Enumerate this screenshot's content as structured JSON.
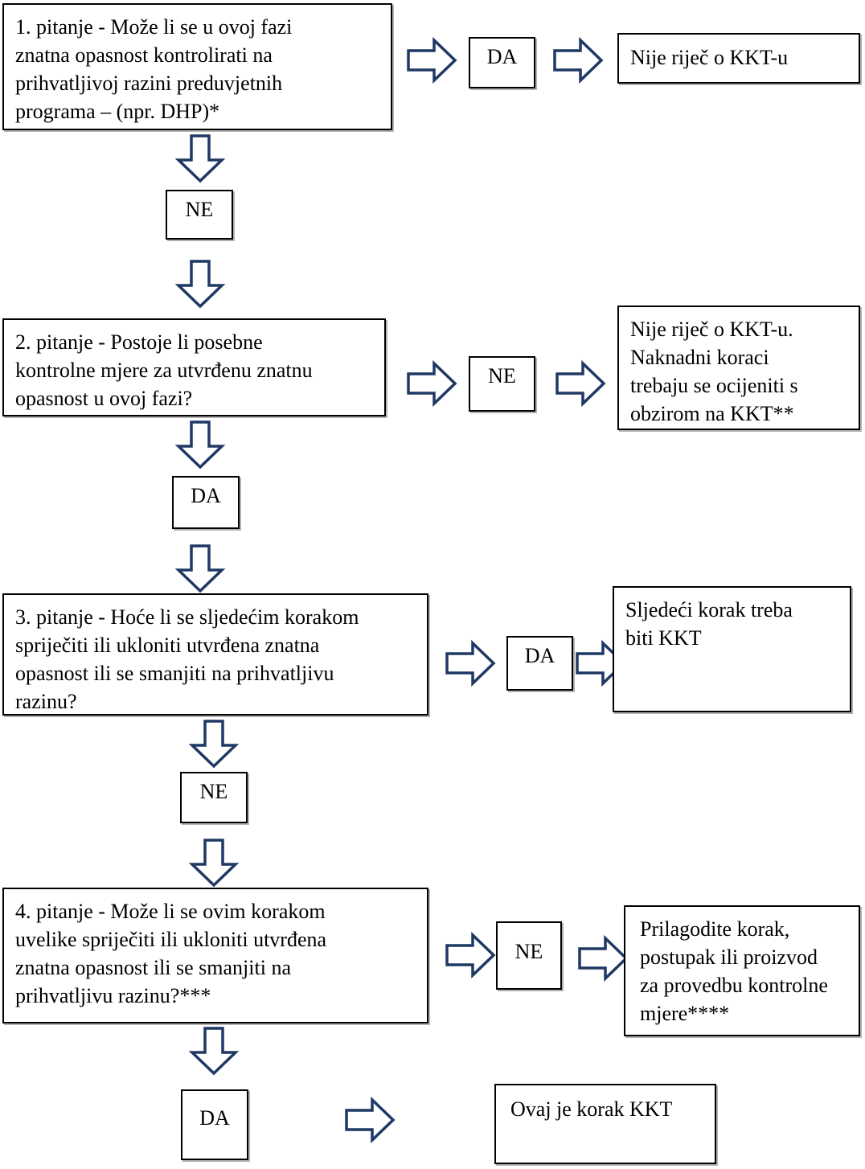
{
  "meta": {
    "title": "Stablo odlucivanja za utvrdivanje KKT-a",
    "arrow_stroke_color": "#1F3864",
    "arrow_fill_color": "#FFFFFF",
    "box_border_color": "#000000",
    "text_color": "#000000"
  },
  "nodes": {
    "q1": {
      "label": "1. pitanje - Može li se u ovoj fazi\nznatna opasnost kontrolirati na\nprihvatljivoj razini preduvjetnih\nprograma – (npr. DHP)*"
    },
    "q1_da": {
      "label": "DA"
    },
    "q1_result": {
      "label": "Nije riječ o KKT-u"
    },
    "q1_ne": {
      "label": "NE"
    },
    "q2": {
      "label": "2. pitanje - Postoje li posebne\nkontrolne mjere za utvrđenu znatnu\nopasnost u ovoj fazi?"
    },
    "q2_ne": {
      "label": "NE"
    },
    "q2_result": {
      "label": "Nije riječ o KKT-u.\nNaknadni koraci\ntrebaju se ocijeniti s\nobzirom na KKT**"
    },
    "q2_da": {
      "label": "DA"
    },
    "q3": {
      "label": "3. pitanje - Hoće li se sljedećim korakom\nspriječiti ili ukloniti utvrđena znatna\nopasnost ili se smanjiti na prihvatljivu\nrazinu?"
    },
    "q3_da": {
      "label": "DA"
    },
    "q3_result": {
      "label": "Sljedeći korak treba\nbiti KKT"
    },
    "q3_ne": {
      "label": "NE"
    },
    "q4": {
      "label": "4. pitanje - Može li se ovim korakom\nuvelike spriječiti ili ukloniti utvrđena\nznatna opasnost ili se smanjiti na\nprihvatljivu razinu?***"
    },
    "q4_ne": {
      "label": "NE"
    },
    "q4_result": {
      "label": "Prilagodite korak,\npostupak ili proizvod\nza provedbu kontrolne\nmjere****"
    },
    "q4_da": {
      "label": "DA"
    },
    "q4_result_final": {
      "label": "Ovaj je korak KKT"
    }
  },
  "icons": {
    "arrow_right": "arrow-right-icon",
    "arrow_down": "arrow-down-icon"
  }
}
